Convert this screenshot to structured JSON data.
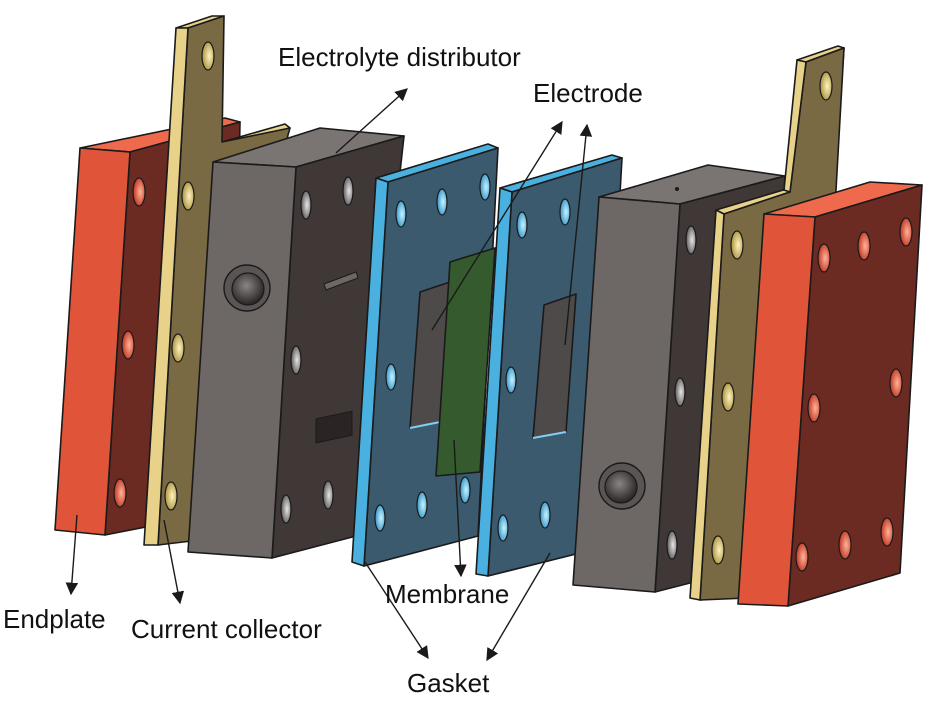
{
  "figure": {
    "title": "Exploded view of flow battery cell assembly",
    "labels": {
      "electrolyte_distributor": "Electrolyte distributor",
      "electrode": "Electrode",
      "endplate": "Endplate",
      "current_collector": "Current collector",
      "membrane": "Membrane",
      "gasket": "Gasket"
    },
    "components_left_to_right": [
      "Endplate",
      "Current collector",
      "Electrolyte distributor",
      "Gasket",
      "Electrode",
      "Membrane",
      "Electrode",
      "Gasket",
      "Electrolyte distributor",
      "Current collector",
      "Endplate"
    ],
    "colors": {
      "endplate_front": "#e0553a",
      "endplate_side": "#6b2b22",
      "collector_edge": "#e8d28a",
      "collector_face": "#7a6a44",
      "distributor_front": "#6d6766",
      "distributor_side": "#3f3836",
      "gasket_edge": "#4ab0e0",
      "gasket_face": "#3b5a6e",
      "electrode": "#4f4a4a",
      "membrane": "#345a2e"
    }
  }
}
